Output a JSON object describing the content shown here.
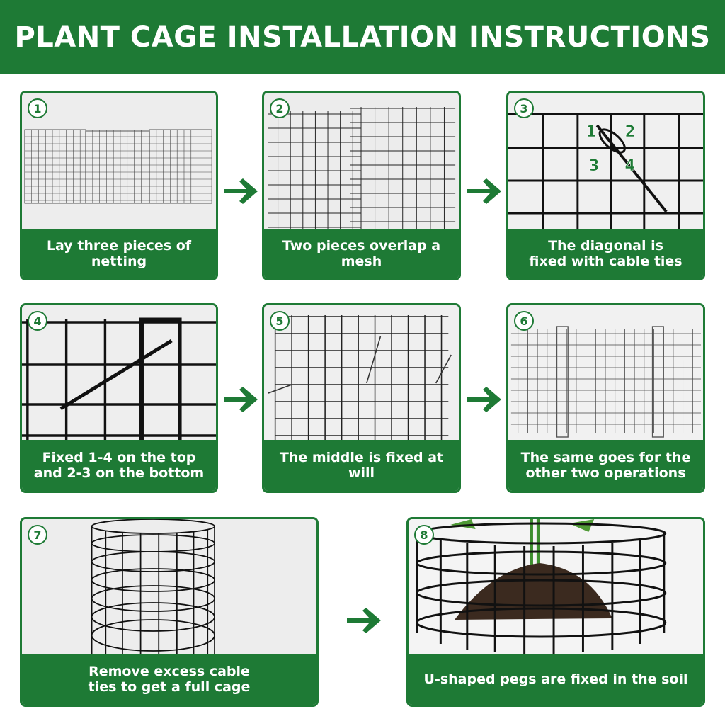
{
  "title": "PLANT CAGE INSTALLATION INSTRUCTIONS",
  "colors": {
    "brand_green": "#1e7a35",
    "caption_text": "#ffffff",
    "wire": "#111111"
  },
  "steps": [
    {
      "number": "1",
      "caption": "Lay three pieces of netting"
    },
    {
      "number": "2",
      "caption": "Two pieces overlap a mesh"
    },
    {
      "number": "3",
      "caption": "The diagonal is\nfixed with cable ties",
      "grid_labels": [
        "1",
        "2",
        "3",
        "4"
      ]
    },
    {
      "number": "4",
      "caption": "Fixed 1-4 on the top\nand 2-3 on the bottom"
    },
    {
      "number": "5",
      "caption": "The middle is fixed at will"
    },
    {
      "number": "6",
      "caption": "The same goes for the\nother two operations"
    },
    {
      "number": "7",
      "caption": "Remove excess cable\nties to get a full cage"
    },
    {
      "number": "8",
      "caption": "U-shaped pegs are fixed in the soil"
    }
  ],
  "arrow_icon": "right-arrow-icon"
}
